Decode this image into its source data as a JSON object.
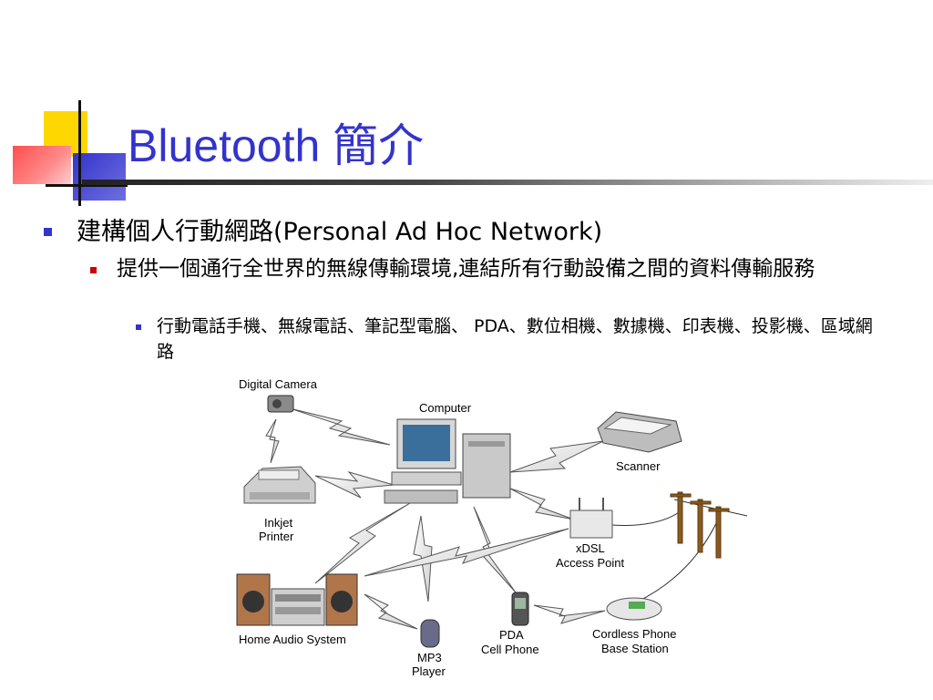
{
  "slide": {
    "title": "Bluetooth 簡介",
    "bullets": [
      {
        "level": 1,
        "text": "建構個人行動網路(Personal Ad Hoc Network)"
      },
      {
        "level": 2,
        "text": "提供一個通行全世界的無線傳輸環境,連結所有行動設備之間的資料傳輸服務"
      },
      {
        "level": 3,
        "text": "行動電話手機、無線電話、筆記型電腦、 PDA、數位相機、數據機、印表機、投影機、區域網路"
      }
    ]
  },
  "diagram": {
    "labels": {
      "digital_camera": "Digital Camera",
      "computer": "Computer",
      "scanner": "Scanner",
      "inkjet_printer_1": "Inkjet",
      "inkjet_printer_2": "Printer",
      "xdsl_1": "xDSL",
      "xdsl_2": "Access Point",
      "home_audio": "Home Audio System",
      "mp3_1": "MP3",
      "mp3_2": "Player",
      "pda_1": "PDA",
      "pda_2": "Cell Phone",
      "cordless_1": "Cordless Phone",
      "cordless_2": "Base Station"
    }
  },
  "colors": {
    "title": "#3333cc",
    "bullet_l1": "#3333cc",
    "bullet_l2": "#cc0000",
    "bullet_l3": "#3333cc"
  }
}
